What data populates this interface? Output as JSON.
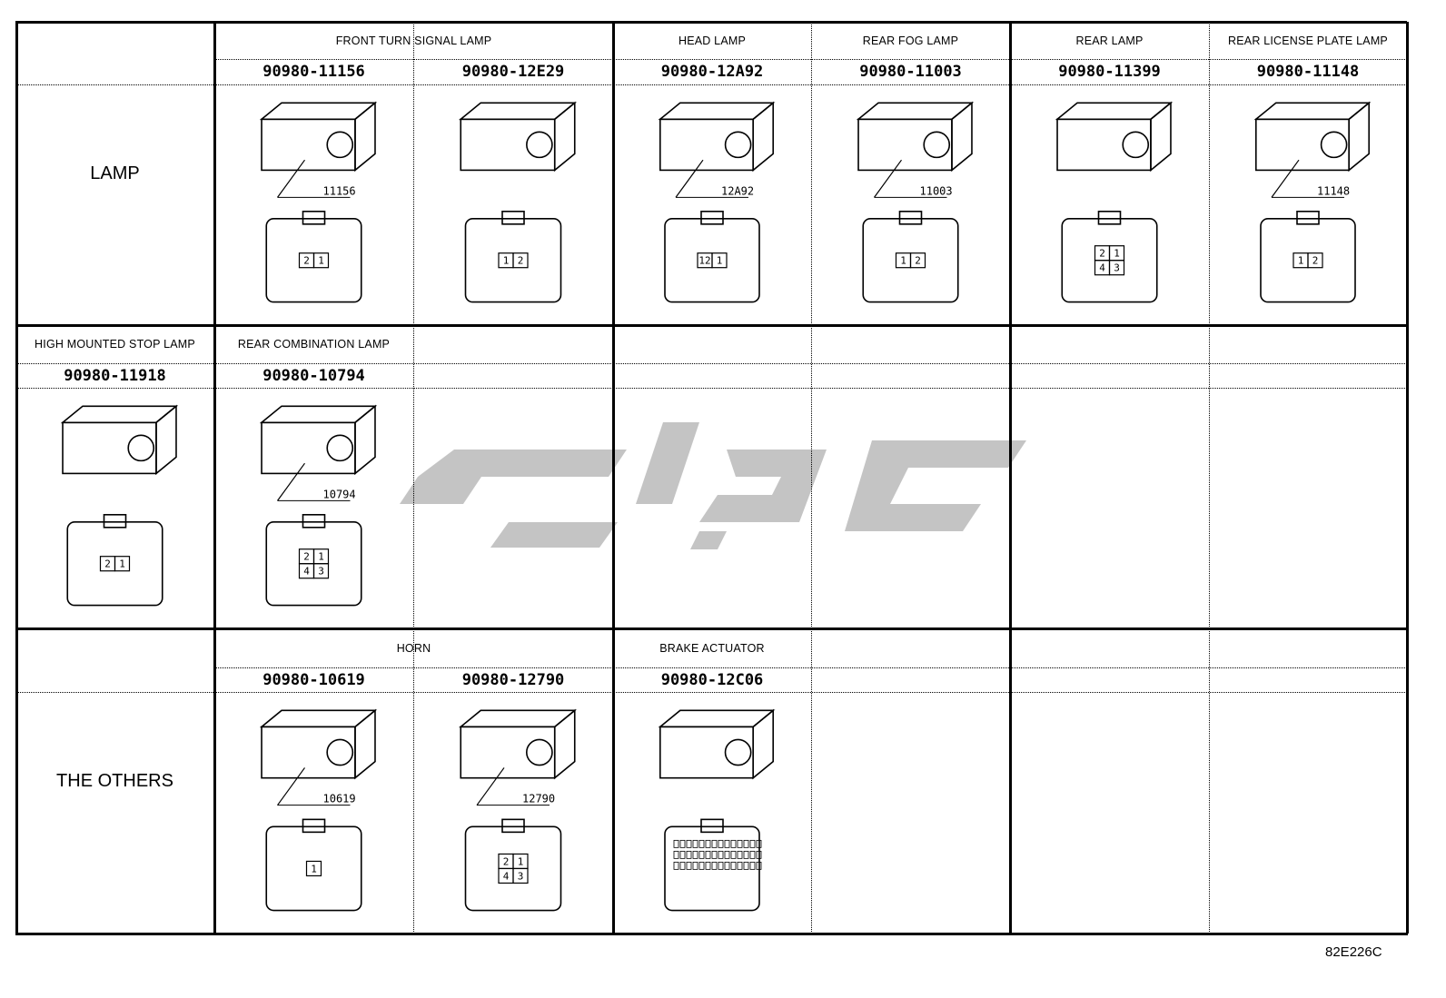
{
  "sections": [
    {
      "label": "LAMP",
      "groups": [
        {
          "title": "FRONT TURN SIGNAL LAMP",
          "connectors": [
            {
              "part": "90980-11156",
              "callout": "11156",
              "pins": [
                "2",
                "1"
              ]
            },
            {
              "part": "90980-12E29",
              "callout": "",
              "pins": [
                "1",
                "2"
              ]
            }
          ]
        },
        {
          "title": "HEAD LAMP",
          "connectors": [
            {
              "part": "90980-12A92",
              "callout": "12A92",
              "pins": [
                "12",
                "1"
              ]
            }
          ]
        },
        {
          "title": "REAR FOG LAMP",
          "connectors": [
            {
              "part": "90980-11003",
              "callout": "11003",
              "pins": [
                "1",
                "2"
              ]
            }
          ]
        },
        {
          "title": "REAR LAMP",
          "connectors": [
            {
              "part": "90980-11399",
              "callout": "",
              "pins": [
                "2",
                "1",
                "4",
                "3"
              ]
            }
          ]
        },
        {
          "title": "REAR LICENSE PLATE LAMP",
          "connectors": [
            {
              "part": "90980-11148",
              "callout": "11148",
              "pins": [
                "1",
                "2"
              ]
            }
          ]
        }
      ]
    },
    {
      "label": "",
      "groups": [
        {
          "title": "HIGH MOUNTED STOP LAMP",
          "connectors": [
            {
              "part": "90980-11918",
              "callout": "",
              "pins": [
                "2",
                "1"
              ]
            }
          ]
        },
        {
          "title": "REAR COMBINATION LAMP",
          "connectors": [
            {
              "part": "90980-10794",
              "callout": "10794",
              "pins": [
                "2",
                "1",
                "4",
                "3"
              ]
            }
          ]
        }
      ]
    },
    {
      "label": "THE OTHERS",
      "groups": [
        {
          "title": "HORN",
          "connectors": [
            {
              "part": "90980-10619",
              "callout": "10619",
              "pins": [
                "1"
              ]
            },
            {
              "part": "90980-12790",
              "callout": "12790",
              "pins": [
                "2",
                "1",
                "4",
                "3"
              ]
            }
          ]
        },
        {
          "title": "BRAKE ACTUATOR",
          "connectors": [
            {
              "part": "90980-12C06",
              "callout": "",
              "pins": []
            }
          ]
        }
      ]
    }
  ],
  "watermark_color": "#c4c4c4",
  "figure_code": "82E226C"
}
